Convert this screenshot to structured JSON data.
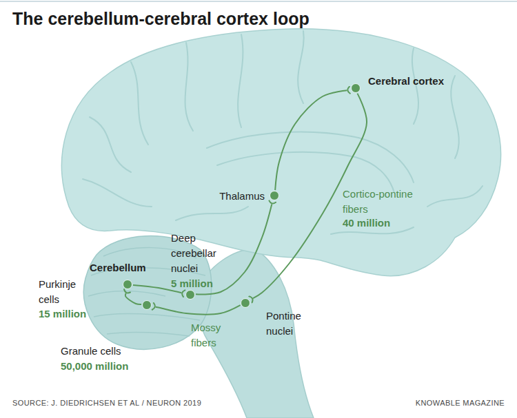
{
  "diagram": {
    "title": "The cerebellum-cerebral cortex loop",
    "nodes": [
      {
        "text": [
          "Cerebral cortex"
        ]
      },
      {
        "text": [
          "Thalamus"
        ]
      },
      {
        "text": [
          "Pontine nuclei"
        ]
      },
      {
        "text": [
          "Granule cells",
          "50,000 million"
        ]
      },
      {
        "text": [
          "Purkinje cells",
          "15 million"
        ]
      },
      {
        "text": [
          "Deep cerebellar nuclei",
          "5 million"
        ]
      }
    ],
    "edges": [
      {
        "from": 1,
        "to": 0,
        "arrow": "to"
      },
      {
        "from": 0,
        "to": 2,
        "label": "Cortico-pontine fibers",
        "arrow": "to"
      },
      {
        "from": 2,
        "to": 3,
        "label": "Mossy fibers",
        "arrow": "to"
      },
      {
        "from": 3,
        "to": 4,
        "arrow": "to"
      },
      {
        "from": 4,
        "to": 5,
        "arrow": "to"
      },
      {
        "from": 5,
        "to": 1,
        "arrow": "to"
      }
    ],
    "labels": [
      "Cerebellum",
      "40 million",
      "SOURCE: J. DIEDRICHSEN ET AL / NEURON 2019",
      "KNOWABLE MAGAZINE"
    ]
  }
}
